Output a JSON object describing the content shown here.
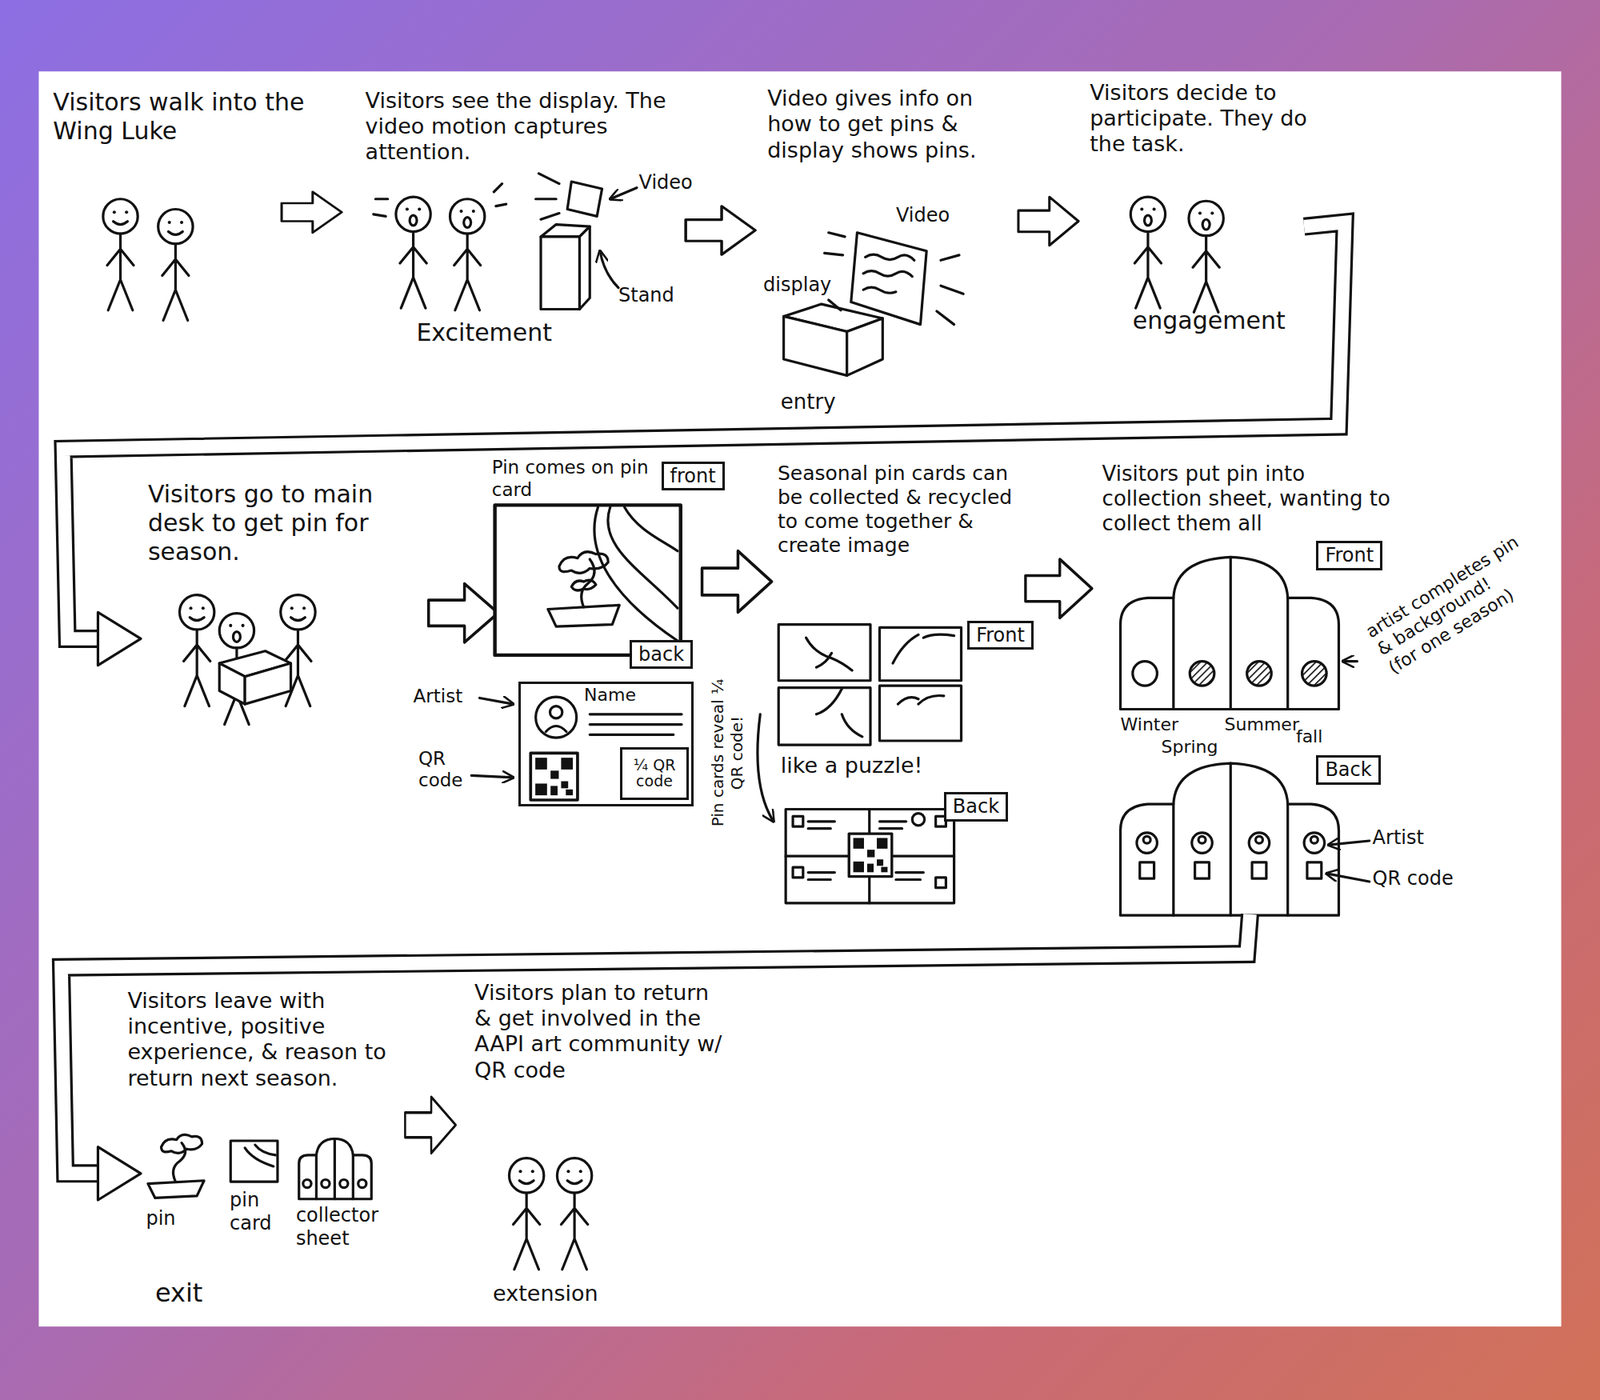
{
  "diagram": {
    "nodes": [
      {
        "text": [
          "front"
        ]
      },
      {
        "text": [
          "back"
        ]
      },
      {
        "text": [
          "Name"
        ]
      },
      {
        "text": [
          "¼ QR code"
        ],
        "in": 2
      },
      {
        "text": [
          "Front"
        ]
      },
      {
        "text": [
          "Back"
        ]
      },
      {
        "text": [
          "Front"
        ]
      },
      {
        "text": [
          "Back"
        ]
      }
    ],
    "labels": [
      "Visitors walk into the Wing Luke",
      "Visitors see the display. The video motion captures attention.",
      "Video",
      "Stand",
      "Excitement",
      "Video gives info on how to get pins & display shows pins.",
      "Video",
      "display",
      "entry",
      "Visitors decide to participate. They do the task.",
      "engagement",
      "Visitors go to main desk to get pin for season.",
      "Pin comes on pin card",
      "Artist",
      "QR code",
      "Pin cards reveal ¼ QR code!",
      "Seasonal pin cards can be collected & recycled to come together & create image",
      "like a puzzle!",
      "Visitors put pin into collection sheet, wanting to collect them all",
      "artist completes pin & background!",
      "(for one season)",
      "Winter",
      "Spring",
      "Summer",
      "fall",
      "Artist",
      "QR code",
      "Visitors leave with incentive, positive experience, & reason to return next season.",
      "pin",
      "pin card",
      "collector sheet",
      "exit",
      "Visitors plan to return & get involved in the AAPI art community w/ QR code",
      "extension"
    ]
  }
}
